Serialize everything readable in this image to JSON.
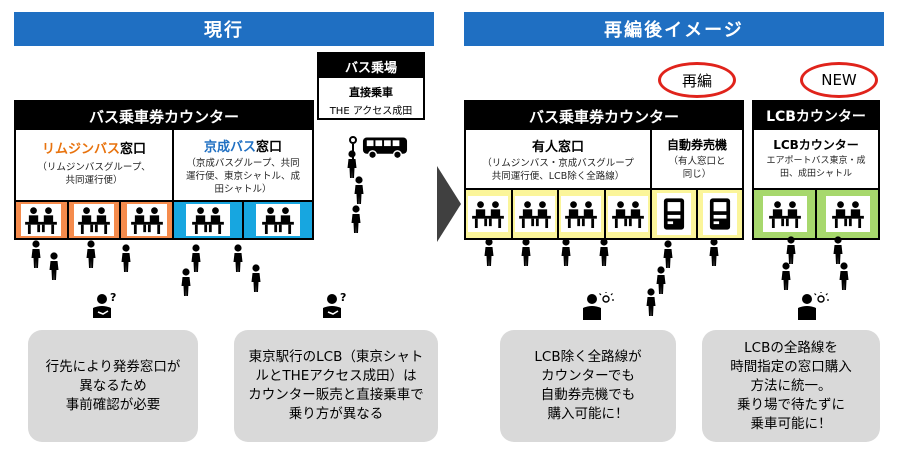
{
  "current": {
    "header": "現行",
    "bus_stop": {
      "title": "バス乗場",
      "line1": "直接乗車",
      "line2": "THE アクセス成田"
    },
    "counter_title": "バス乗車券カウンター",
    "limousine": {
      "name_highlight": "リムジンバス",
      "name_suffix": "窓口",
      "sub1": "（リムジンバスグループ、",
      "sub2": "共同運行便）",
      "color": "#f58b4c"
    },
    "keisei": {
      "name_highlight": "京成バス",
      "name_suffix": "窓口",
      "sub1": "（京成バスグループ、共同",
      "sub2": "運行便、東京シャトル、成",
      "sub3": "田シャトル）",
      "color": "#17a6e0"
    },
    "bubble_left": "行先により発券窓口が\n異なるため\n事前確認が必要",
    "bubble_right": "東京駅行のLCB（東京シャト\nルとTHEアクセス成田）は\nカウンター販売と直接乗車で\n乗り方が異なる"
  },
  "after": {
    "header": "再編後イメージ",
    "badge_saihen": "再編",
    "badge_new": "NEW",
    "counter_title": "バス乗車券カウンター",
    "staffed": {
      "title": "有人窓口",
      "sub1": "（リムジンバス・京成バスグループ",
      "sub2": "共同運行便、LCB除く全路線）"
    },
    "machine": {
      "title": "自動券売機",
      "sub1": "（有人窓口と",
      "sub2": "同じ）"
    },
    "lcb": {
      "header": "LCBカウンター",
      "title": "LCBカウンター",
      "sub1": "エアポートバス東京・成",
      "sub2": "田、成田シャトル"
    },
    "strip_color_yellow": "#fbf59a",
    "strip_color_green": "#a7d86d",
    "bubble_left": "LCB除く全路線が\nカウンターでも\n自動券売機でも\n購入可能に！",
    "bubble_right": "LCBの全路線を\n時間指定の窓口購入\n方法に統一。\n乗り場で待たずに\n乗車可能に！"
  },
  "colors": {
    "header_blue": "#1f6fc2",
    "bubble_gray": "#d9d9d9",
    "oval_red": "#e0231b",
    "arrow_gray": "#404040"
  }
}
